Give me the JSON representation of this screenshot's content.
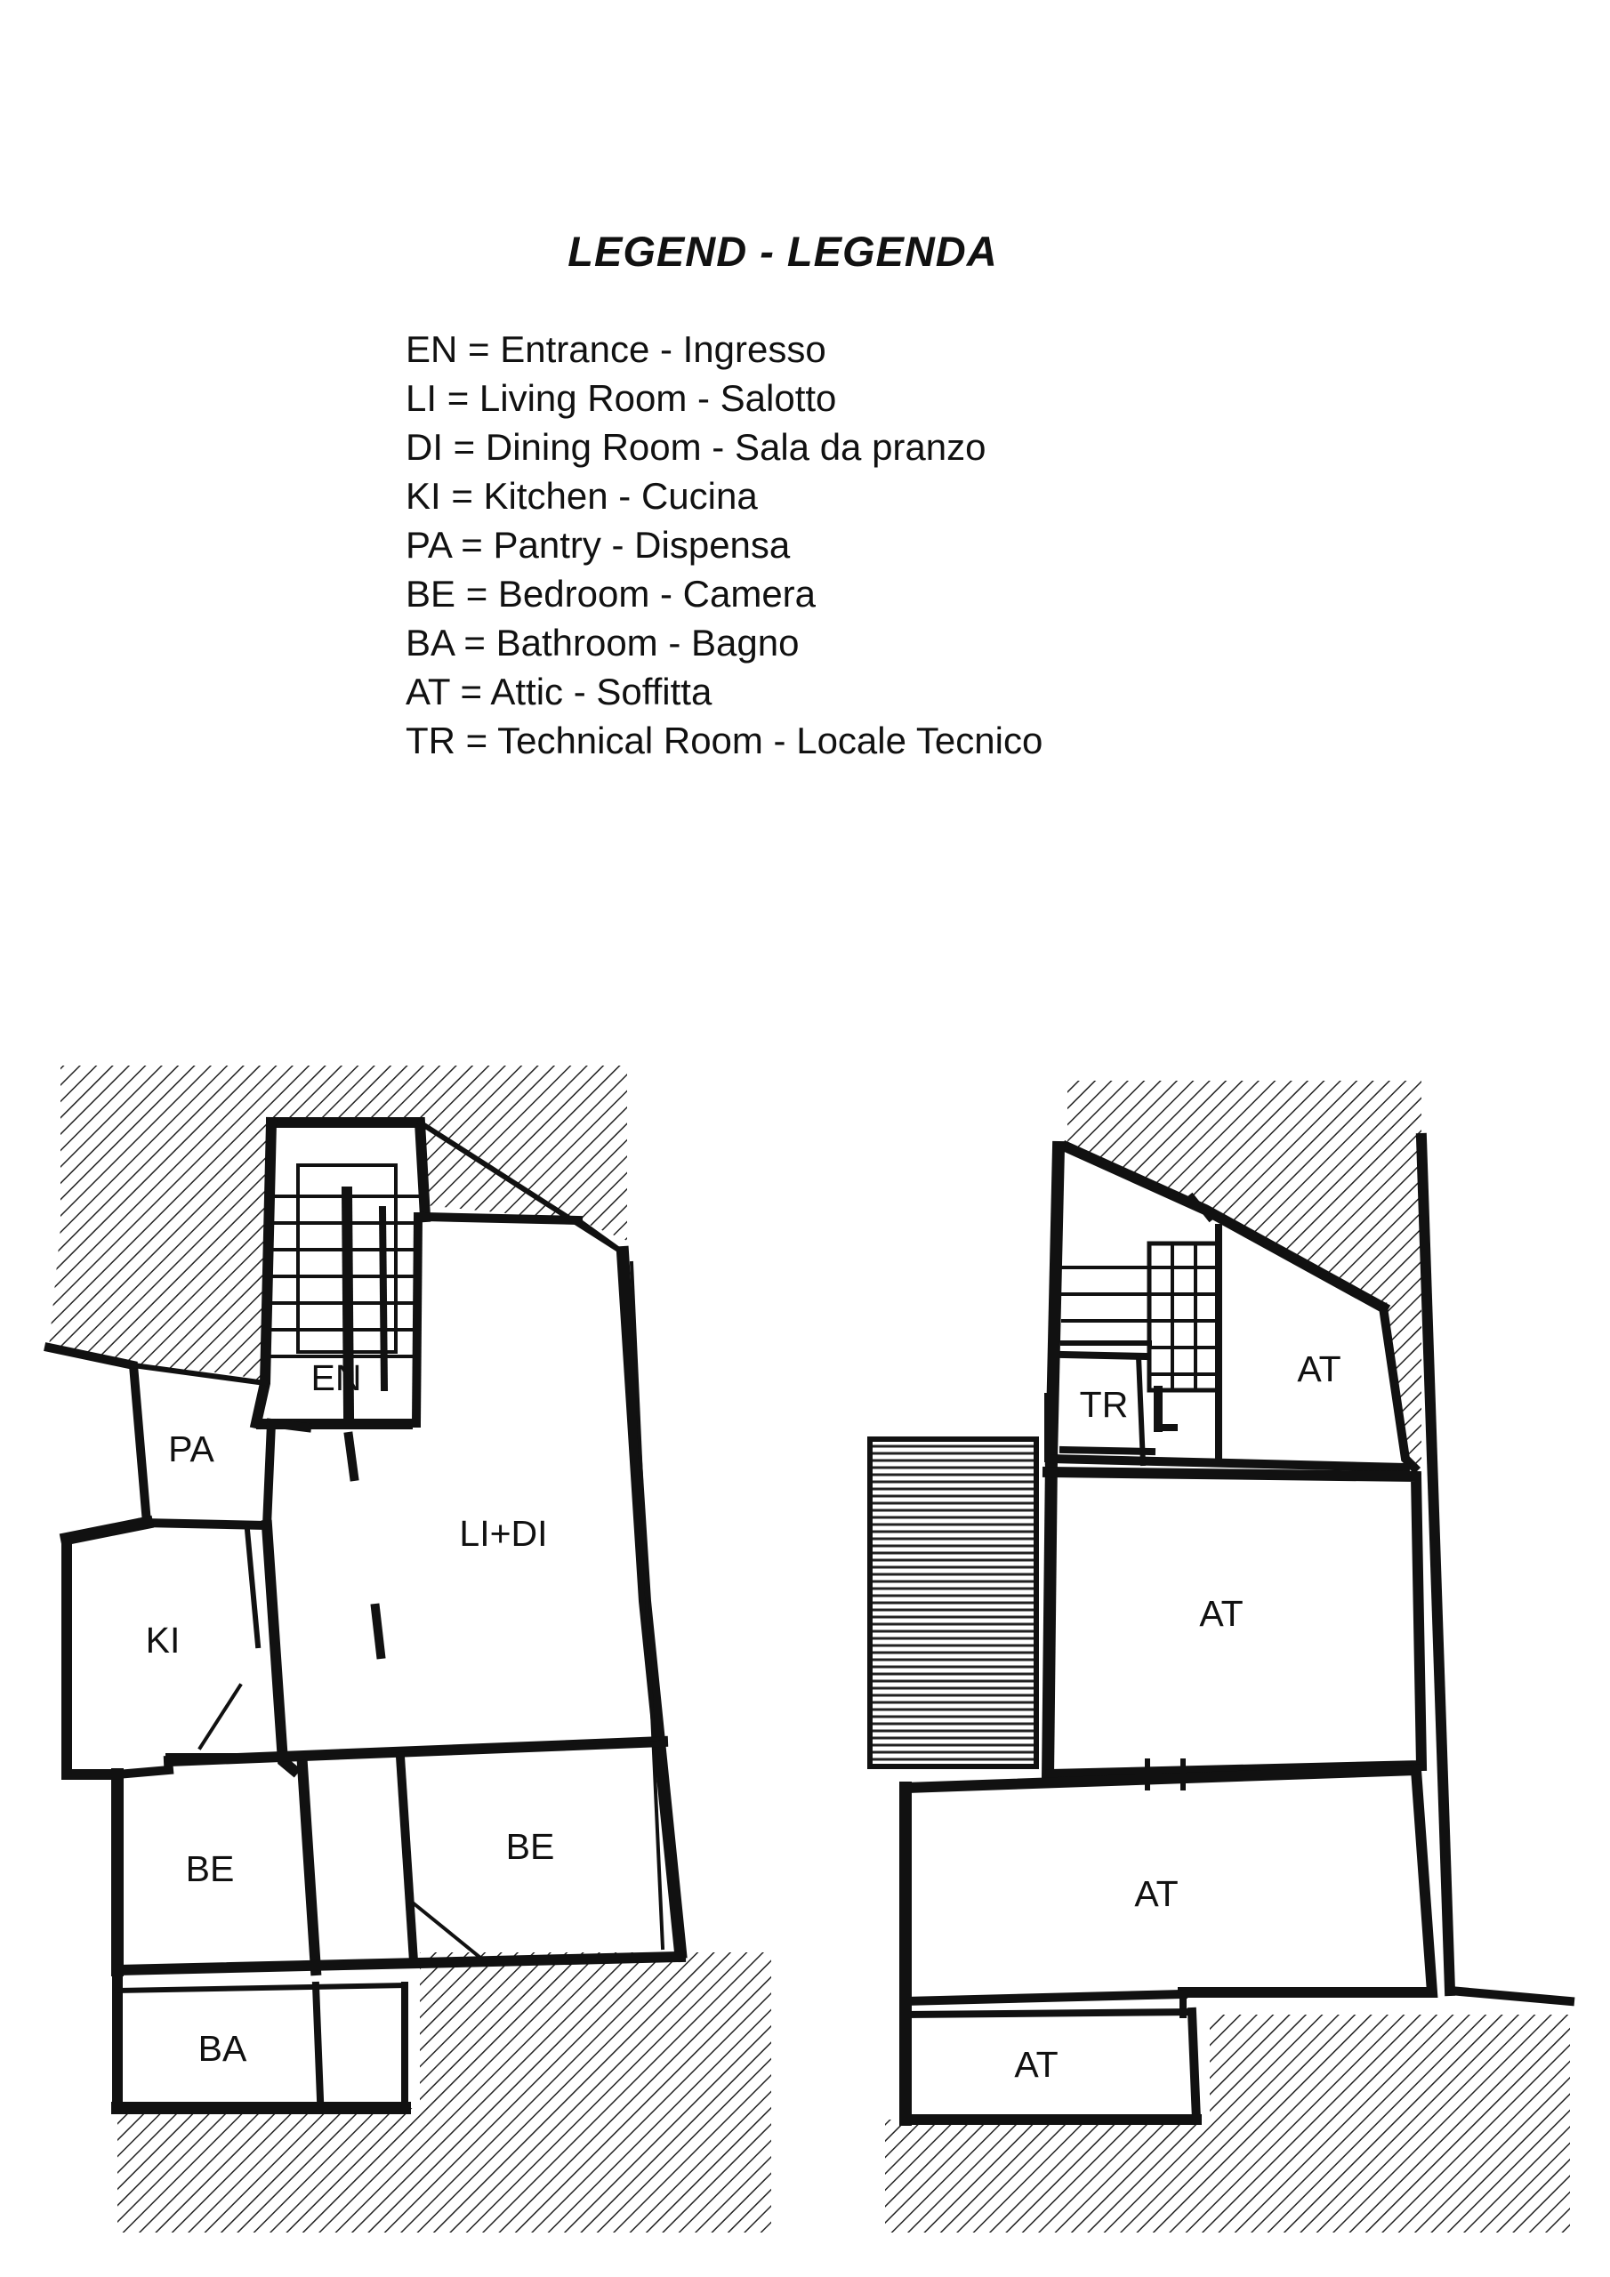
{
  "legend": {
    "title": "LEGEND - LEGENDA",
    "entries": [
      "EN = Entrance - Ingresso",
      "LI = Living Room - Salotto",
      "DI = Dining Room - Sala da pranzo",
      "KI = Kitchen - Cucina",
      "PA = Pantry - Dispensa",
      "BE = Bedroom - Camera",
      "BA = Bathroom - Bagno",
      "AT = Attic - Soffitta",
      "TR = Technical Room - Locale Tecnico"
    ]
  },
  "ground_floor_plan": {
    "rooms": {
      "entrance": "EN",
      "pantry": "PA",
      "living_dining": "LI+DI",
      "kitchen": "KI",
      "bedroom_left": "BE",
      "bedroom_right": "BE",
      "bathroom": "BA"
    }
  },
  "attic_floor_plan": {
    "rooms": {
      "technical_room": "TR",
      "attic_top": "AT",
      "attic_middle": "AT",
      "attic_large": "AT",
      "attic_small": "AT"
    }
  },
  "colors": {
    "wall": "#111111",
    "hatch": "#222222",
    "background": "#ffffff"
  }
}
